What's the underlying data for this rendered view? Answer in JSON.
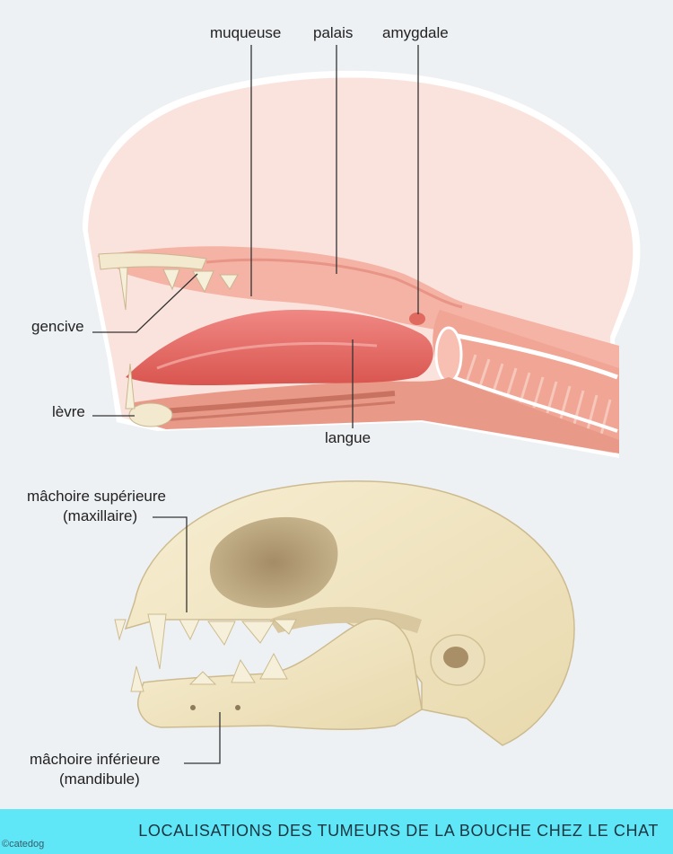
{
  "labels": {
    "muqueuse": "muqueuse",
    "palais": "palais",
    "amygdale": "amygdale",
    "gencive": "gencive",
    "levre": "lèvre",
    "langue": "langue",
    "machoire_superieure_line1": "mâchoire supérieure",
    "machoire_superieure_line2": "(maxillaire)",
    "machoire_inferieure_line1": "mâchoire inférieure",
    "machoire_inferieure_line2": "(mandibule)"
  },
  "footer": {
    "title": "LOCALISATIONS DES TUMEURS DE LA BOUCHE CHEZ LE CHAT",
    "copyright": "©catedog"
  },
  "colors": {
    "background": "#eef1f4",
    "footer_band": "#5fe6f7",
    "head_skin": "#fbe3dd",
    "mouth_tissue": "#f2a79a",
    "tongue": "#ee7d79",
    "bone": "#f1e6c4",
    "bone_shadow": "#a98f67"
  }
}
